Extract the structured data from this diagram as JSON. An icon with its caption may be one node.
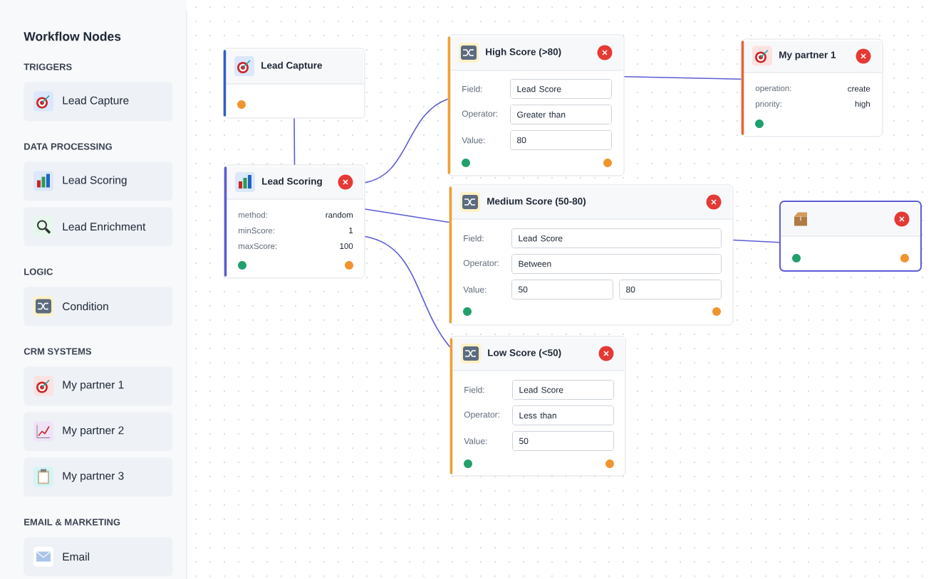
{
  "diagram": {
    "title": "Workflow Nodes",
    "nodes": [
      {
        "text": [
          "Lead Capture"
        ]
      },
      {
        "text": [
          "Lead Scoring"
        ]
      },
      {
        "text": [
          "Lead Enrichment"
        ]
      },
      {
        "text": [
          "Condition"
        ]
      },
      {
        "text": [
          "My partner 1"
        ]
      },
      {
        "text": [
          "My partner 2"
        ]
      },
      {
        "text": [
          "My partner 3"
        ]
      },
      {
        "text": [
          "Email"
        ]
      },
      {
        "text": [
          "Lead Capture"
        ]
      },
      {
        "text": [
          "High Score (>80)",
          "Field:",
          "Lead Score",
          "Operator:",
          "Greater than",
          "Value:",
          "80"
        ]
      },
      {
        "text": [
          "My partner 1",
          "operation:",
          "create",
          "priority:",
          "high"
        ]
      },
      {
        "text": [
          "Lead Scoring",
          "method:",
          "random",
          "minScore:",
          "1",
          "maxScore:",
          "100"
        ]
      },
      {
        "text": [
          "Medium Score (50-80)",
          "Field:",
          "Lead Score",
          "Operator:",
          "Between",
          "Value:",
          "50",
          "80"
        ]
      },
      {
        "text": [],
        "shape": "box"
      },
      {
        "text": [
          "Low Score (<50)",
          "Field:",
          "Lead Score",
          "Operator:",
          "Less than",
          "Value:",
          "50"
        ]
      }
    ],
    "edges": [
      {
        "from": 8,
        "to": 11,
        "arrow": "none"
      },
      {
        "from": 11,
        "to": 9,
        "arrow": "none"
      },
      {
        "from": 11,
        "to": 12,
        "arrow": "none"
      },
      {
        "from": 11,
        "to": 14,
        "arrow": "none"
      },
      {
        "from": 9,
        "to": 10,
        "arrow": "none"
      },
      {
        "from": 12,
        "to": 13,
        "arrow": "none"
      }
    ],
    "labels": [
      "TRIGGERS",
      "DATA PROCESSING",
      "LOGIC",
      "CRM SYSTEMS",
      "EMAIL & MARKETING"
    ]
  }
}
